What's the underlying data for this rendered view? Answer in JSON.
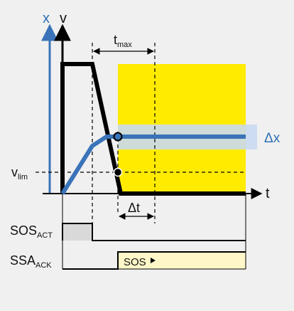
{
  "axes": {
    "x_label": "x",
    "v_label": "v",
    "t_label": "t"
  },
  "annotations": {
    "tmax": {
      "main": "t",
      "sub": "max"
    },
    "delta_t": "Δt",
    "delta_x": "Δx",
    "vlim": {
      "main": "v",
      "sub": "lim"
    }
  },
  "signals": [
    {
      "main": "SOS",
      "sub": "ACT"
    },
    {
      "main": "SSA",
      "sub": "ACK"
    }
  ],
  "sos_box_label": "SOS",
  "colors": {
    "background": "#f0f0f0",
    "yellow_zone": "#ffeb00",
    "blue_line": "#3a73b8",
    "blue_band": "#c9d9f0",
    "black": "#000000",
    "gray_pulse": "#d9d9d9",
    "sos_box": "#fff7c8"
  }
}
